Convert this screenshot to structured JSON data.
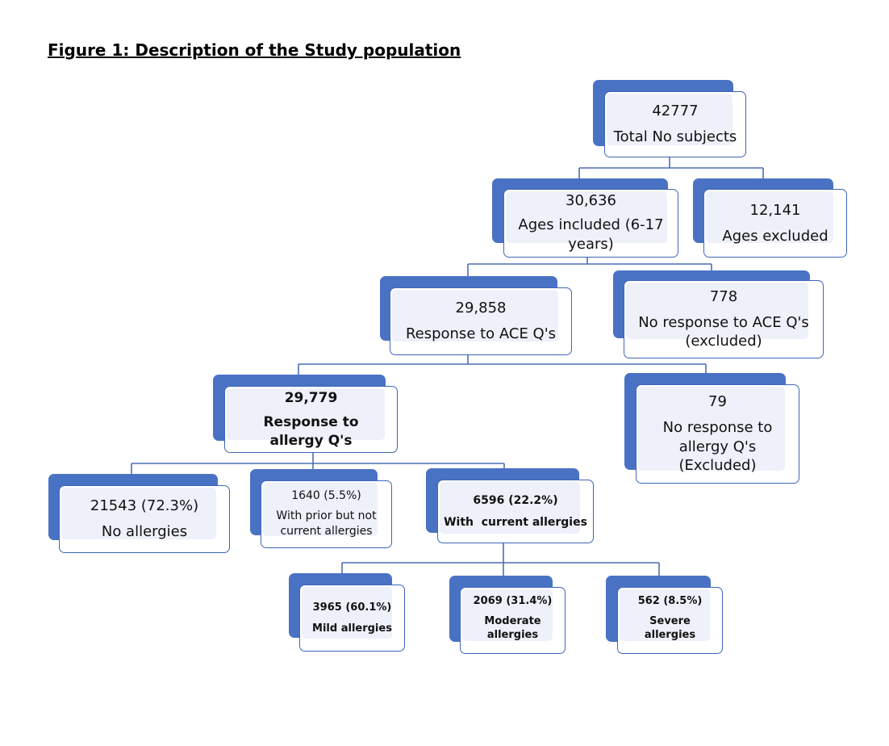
{
  "figure_title": "Figure 1: Description of the Study population",
  "nodes": {
    "total": {
      "value": "42777",
      "label": "Total No subjects"
    },
    "ages_included": {
      "value": "30,636",
      "label": "Ages included (6-17 years)"
    },
    "ages_excluded": {
      "value": "12,141",
      "label": "Ages excluded"
    },
    "ace_response": {
      "value": "29,858",
      "label": "Response to ACE Q's"
    },
    "ace_no_response": {
      "value": "778",
      "label": "No response to ACE Q's (excluded)"
    },
    "allergy_response": {
      "value": "29,779",
      "label": "Response to allergy Q's"
    },
    "allergy_no_response": {
      "value": "79",
      "label": "No response to allergy Q's (Excluded)"
    },
    "no_allergies": {
      "value": "21543 (72.3%)",
      "label": "No allergies"
    },
    "prior_allergies": {
      "value": "1640 (5.5%)",
      "label": "With prior but not current allergies"
    },
    "current_allergies": {
      "value": "6596 (22.2%)",
      "label": "With  current allergies"
    },
    "mild": {
      "value": "3965 (60.1%)",
      "label": "Mild allergies"
    },
    "moderate": {
      "value": "2069 (31.4%)",
      "label": "Moderate allergies"
    },
    "severe": {
      "value": "562 (8.5%)",
      "label": "Severe allergies"
    }
  },
  "colors": {
    "box_shadow": "#4a72c4",
    "box_border": "#3f66b8",
    "connector": "#4a6fb5"
  }
}
